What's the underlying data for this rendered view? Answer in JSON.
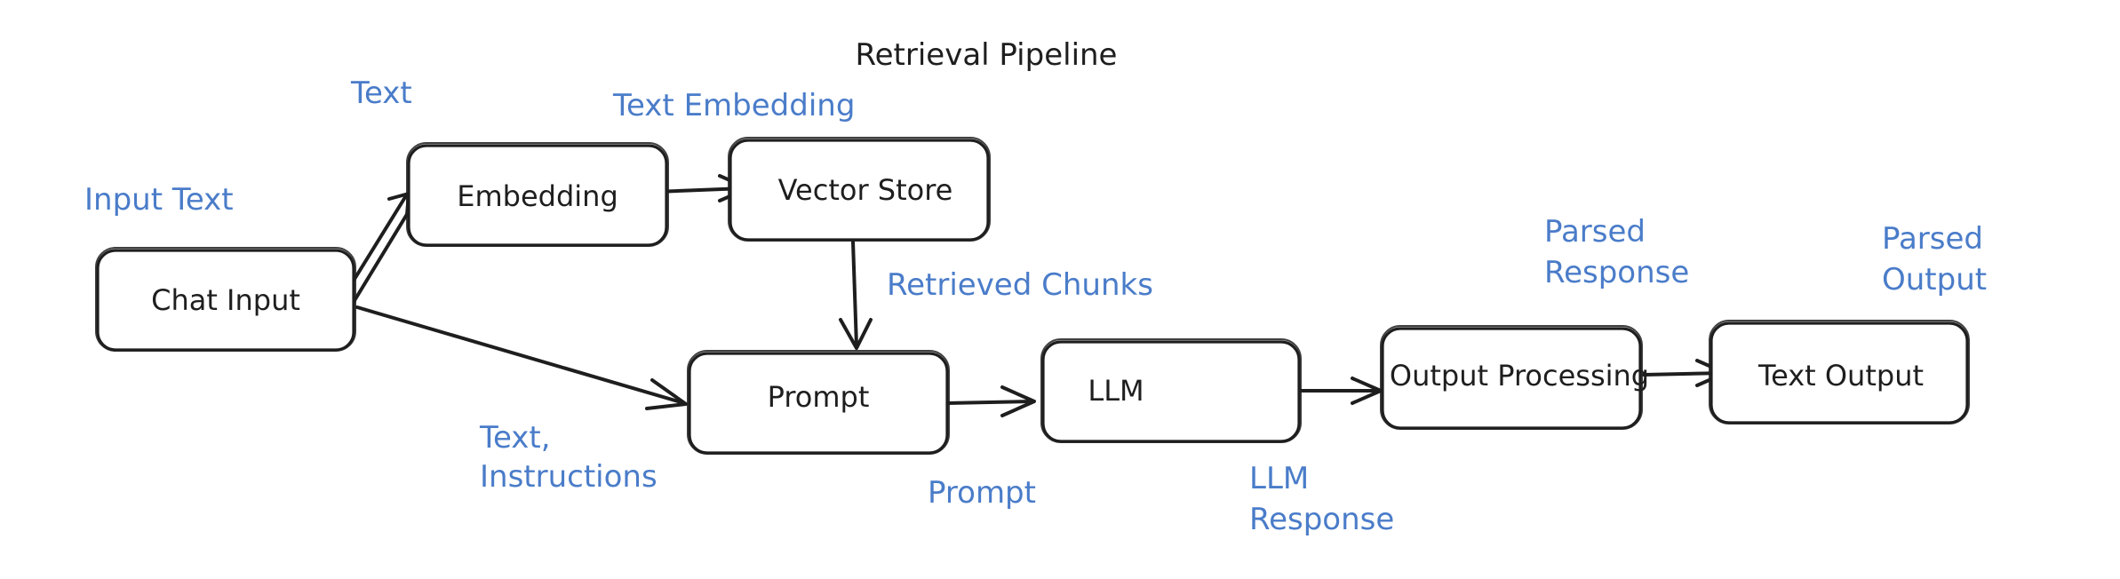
{
  "diagram": {
    "title": "Retrieval Pipeline",
    "colors": {
      "node_stroke": "#1e1e1e",
      "node_text": "#1e1e1e",
      "edge_label": "#4a7cc9",
      "background": "#ffffff"
    },
    "nodes": {
      "chat_input": "Chat Input",
      "embedding": "Embedding",
      "vector_store": "Vector Store",
      "prompt": "Prompt",
      "llm": "LLM",
      "output_processing": "Output Processing",
      "text_output": "Text Output"
    },
    "labels": {
      "input_text": "Input Text",
      "text": "Text",
      "text_embedding": "Text Embedding",
      "retrieved_chunks": "Retrieved Chunks",
      "text_instructions_line1": "Text,",
      "text_instructions_line2": "Instructions",
      "prompt": "Prompt",
      "llm_response_line1": "LLM",
      "llm_response_line2": "Response",
      "parsed_response_line1": "Parsed",
      "parsed_response_line2": "Response",
      "parsed_output_line1": "Parsed",
      "parsed_output_line2": "Output"
    },
    "edges": [
      {
        "from": "Chat Input",
        "to": "Embedding"
      },
      {
        "from": "Chat Input",
        "to": "Prompt"
      },
      {
        "from": "Embedding",
        "to": "Vector Store"
      },
      {
        "from": "Vector Store",
        "to": "Prompt"
      },
      {
        "from": "Prompt",
        "to": "LLM"
      },
      {
        "from": "LLM",
        "to": "Output Processing"
      },
      {
        "from": "Output Processing",
        "to": "Text Output"
      }
    ]
  }
}
